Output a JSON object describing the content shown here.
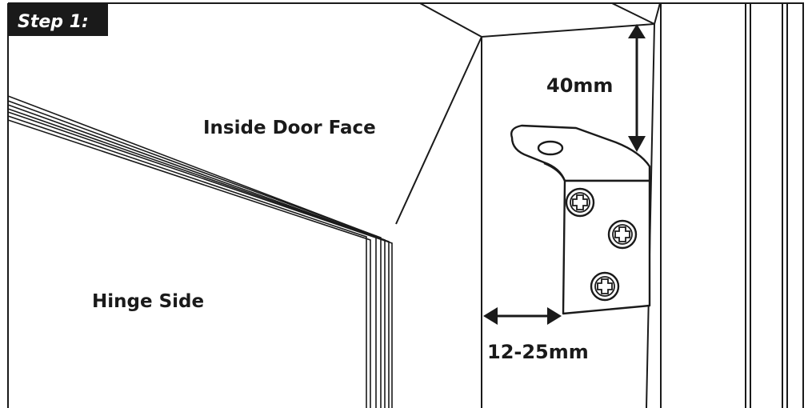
{
  "step_badge": {
    "label": "Step 1:"
  },
  "labels": {
    "inside_door_face": "Inside Door Face",
    "hinge_side": "Hinge Side",
    "top_offset": "40mm",
    "side_offset": "12-25mm"
  },
  "colors": {
    "ink": "#1a1a1a",
    "badge_bg": "#1a1a1a",
    "badge_text": "#ffffff",
    "background": "#ffffff"
  }
}
